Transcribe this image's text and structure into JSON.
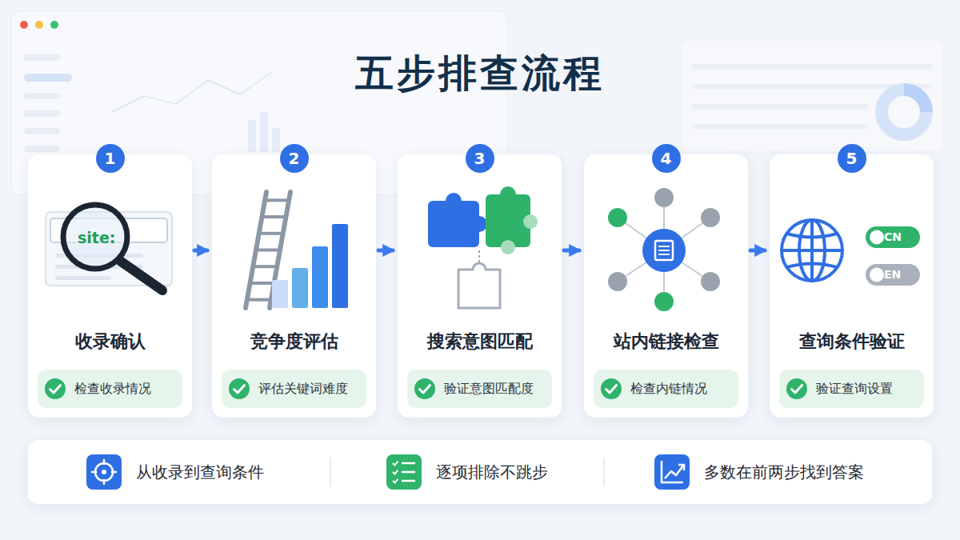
{
  "diagram": {
    "title": "五步排查流程",
    "nodes": [
      {
        "text": [
          "收录确认"
        ]
      },
      {
        "text": [
          "1"
        ],
        "in": 0
      },
      {
        "text": [
          "检查收录情况"
        ],
        "in": 0
      },
      {
        "text": [
          "竞争度评估"
        ]
      },
      {
        "text": [
          "2"
        ],
        "in": 3
      },
      {
        "text": [
          "评估关键词难度"
        ],
        "in": 3
      },
      {
        "text": [
          "搜索意图匹配"
        ]
      },
      {
        "text": [
          "3"
        ],
        "in": 6
      },
      {
        "text": [
          "验证意图匹配度"
        ],
        "in": 6
      },
      {
        "text": [
          "站内链接检查"
        ]
      },
      {
        "text": [
          "4"
        ],
        "in": 9
      },
      {
        "text": [
          "检查内链情况"
        ],
        "in": 9
      },
      {
        "text": [
          "查询条件验证"
        ]
      },
      {
        "text": [
          "5"
        ],
        "in": 12
      },
      {
        "text": [
          "验证查询设置"
        ],
        "in": 12
      },
      {
        "text": [
          "从收录到查询条件",
          "逐项排除不跳步",
          "多数在前两步找到答案"
        ]
      }
    ],
    "edges": [
      {
        "from": 0,
        "to": 3,
        "arrow": "to"
      },
      {
        "from": 3,
        "to": 6,
        "arrow": "to"
      },
      {
        "from": 6,
        "to": 9,
        "arrow": "to"
      },
      {
        "from": 9,
        "to": 12,
        "arrow": "to"
      }
    ],
    "labels": [
      "site:",
      "CN",
      "EN"
    ]
  }
}
